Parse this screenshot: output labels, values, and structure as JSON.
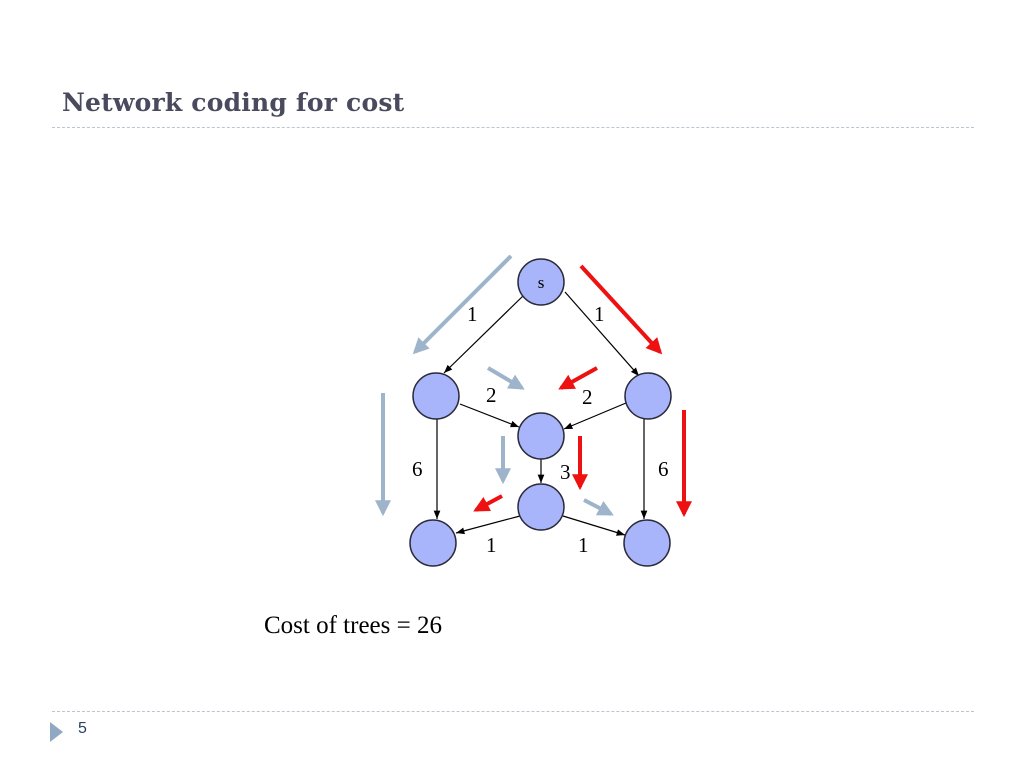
{
  "slide": {
    "title": "Network coding for cost",
    "caption": "Cost of trees = 26",
    "page_number": "5"
  },
  "diagram": {
    "nodes": [
      {
        "id": "s",
        "label": "s"
      },
      {
        "id": "a",
        "label": ""
      },
      {
        "id": "b",
        "label": ""
      },
      {
        "id": "c",
        "label": ""
      },
      {
        "id": "d",
        "label": ""
      },
      {
        "id": "t1",
        "label": ""
      },
      {
        "id": "t2",
        "label": ""
      }
    ],
    "edges": [
      {
        "from": "s",
        "to": "a",
        "label": "1"
      },
      {
        "from": "s",
        "to": "b",
        "label": "1"
      },
      {
        "from": "a",
        "to": "c",
        "label": "2"
      },
      {
        "from": "b",
        "to": "c",
        "label": "2"
      },
      {
        "from": "a",
        "to": "t1",
        "label": "6"
      },
      {
        "from": "b",
        "to": "t2",
        "label": "6"
      },
      {
        "from": "c",
        "to": "d",
        "label": "3"
      },
      {
        "from": "d",
        "to": "t1",
        "label": "1"
      },
      {
        "from": "d",
        "to": "t2",
        "label": "1"
      }
    ],
    "colors": {
      "node_fill": "#a9b5fb",
      "node_stroke": "#2b2b3a",
      "edge": "#000000",
      "tree_one": "#9db4ca",
      "tree_two": "#ee1111"
    }
  }
}
